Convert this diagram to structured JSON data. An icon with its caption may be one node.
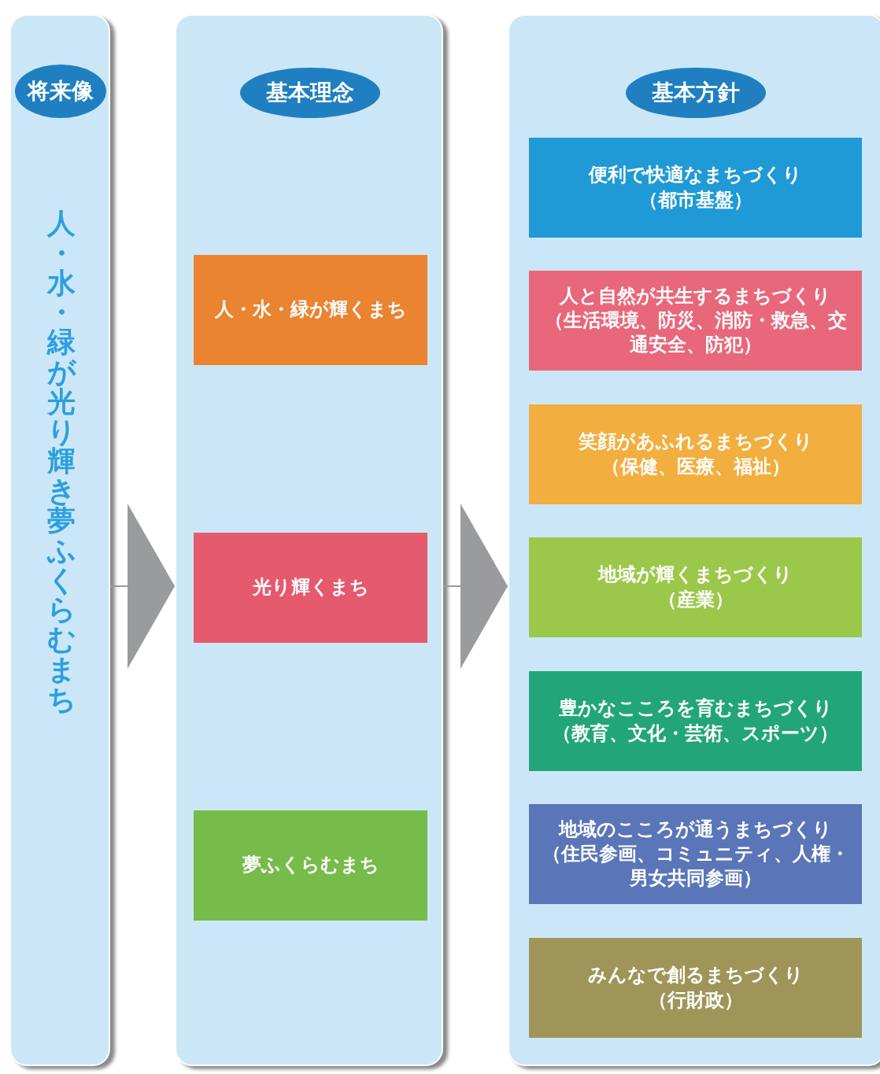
{
  "diagram": {
    "nodes": [
      {
        "text": [
          "将来像",
          "人・水・緑が光り輝き夢ふくらむまち"
        ]
      },
      {
        "text": [
          "基本理念"
        ]
      },
      {
        "text": [
          "人・水・緑が輝くまち"
        ],
        "in": 1
      },
      {
        "text": [
          "光り輝くまち"
        ],
        "in": 1
      },
      {
        "text": [
          "夢ふくらむまち"
        ],
        "in": 1
      },
      {
        "text": [
          "基本方針"
        ]
      },
      {
        "text": [
          "便利で快適なまちづくり",
          "（都市基盤）"
        ],
        "in": 5
      },
      {
        "text": [
          "人と自然が共生するまちづくり",
          "（生活環境、防災、消防・救急、交通安全、防犯）"
        ],
        "in": 5
      },
      {
        "text": [
          "笑顔があふれるまちづくり",
          "（保健、医療、福祉）"
        ],
        "in": 5
      },
      {
        "text": [
          "地域が輝くまちづくり",
          "（産業）"
        ],
        "in": 5
      },
      {
        "text": [
          "豊かなこころを育むまちづくり",
          "（教育、文化・芸術、スポーツ）"
        ],
        "in": 5
      },
      {
        "text": [
          "地域のこころが通うまちづくり",
          "（住民参画、コミュニティ、人権・男女共同参画）"
        ],
        "in": 5
      },
      {
        "text": [
          "みんなで創るまちづくり",
          "（行財政）"
        ],
        "in": 5
      }
    ],
    "edges": [
      {
        "from": 0,
        "to": 1,
        "arrow": "to"
      },
      {
        "from": 1,
        "to": 5,
        "arrow": "to"
      }
    ]
  }
}
